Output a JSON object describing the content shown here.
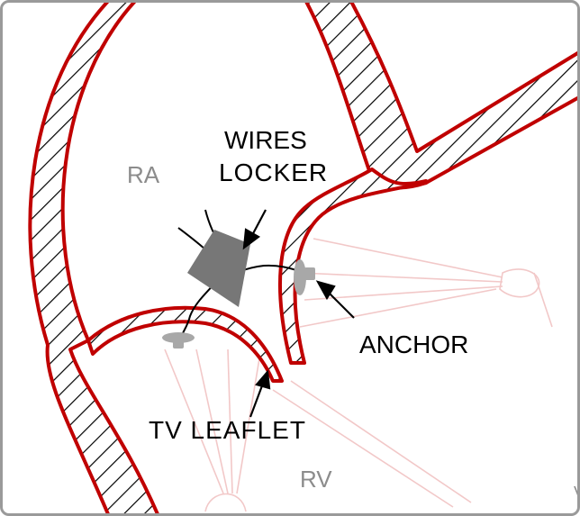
{
  "labels": {
    "ra": "RA",
    "rv": "RV",
    "wires": "WIRES",
    "locker": "LOCKER",
    "anchor": "ANCHOR",
    "tv_leaflet": "TV LEAFLET",
    "edge_fragment": "V"
  },
  "colors": {
    "wall_outline": "#c00000",
    "hatch": "#000000",
    "chordae": "#f2c8c8",
    "device": "#777777",
    "anchor_device": "#a8a8a8",
    "chamber_label": "#8c8c8c",
    "text": "#000000"
  }
}
